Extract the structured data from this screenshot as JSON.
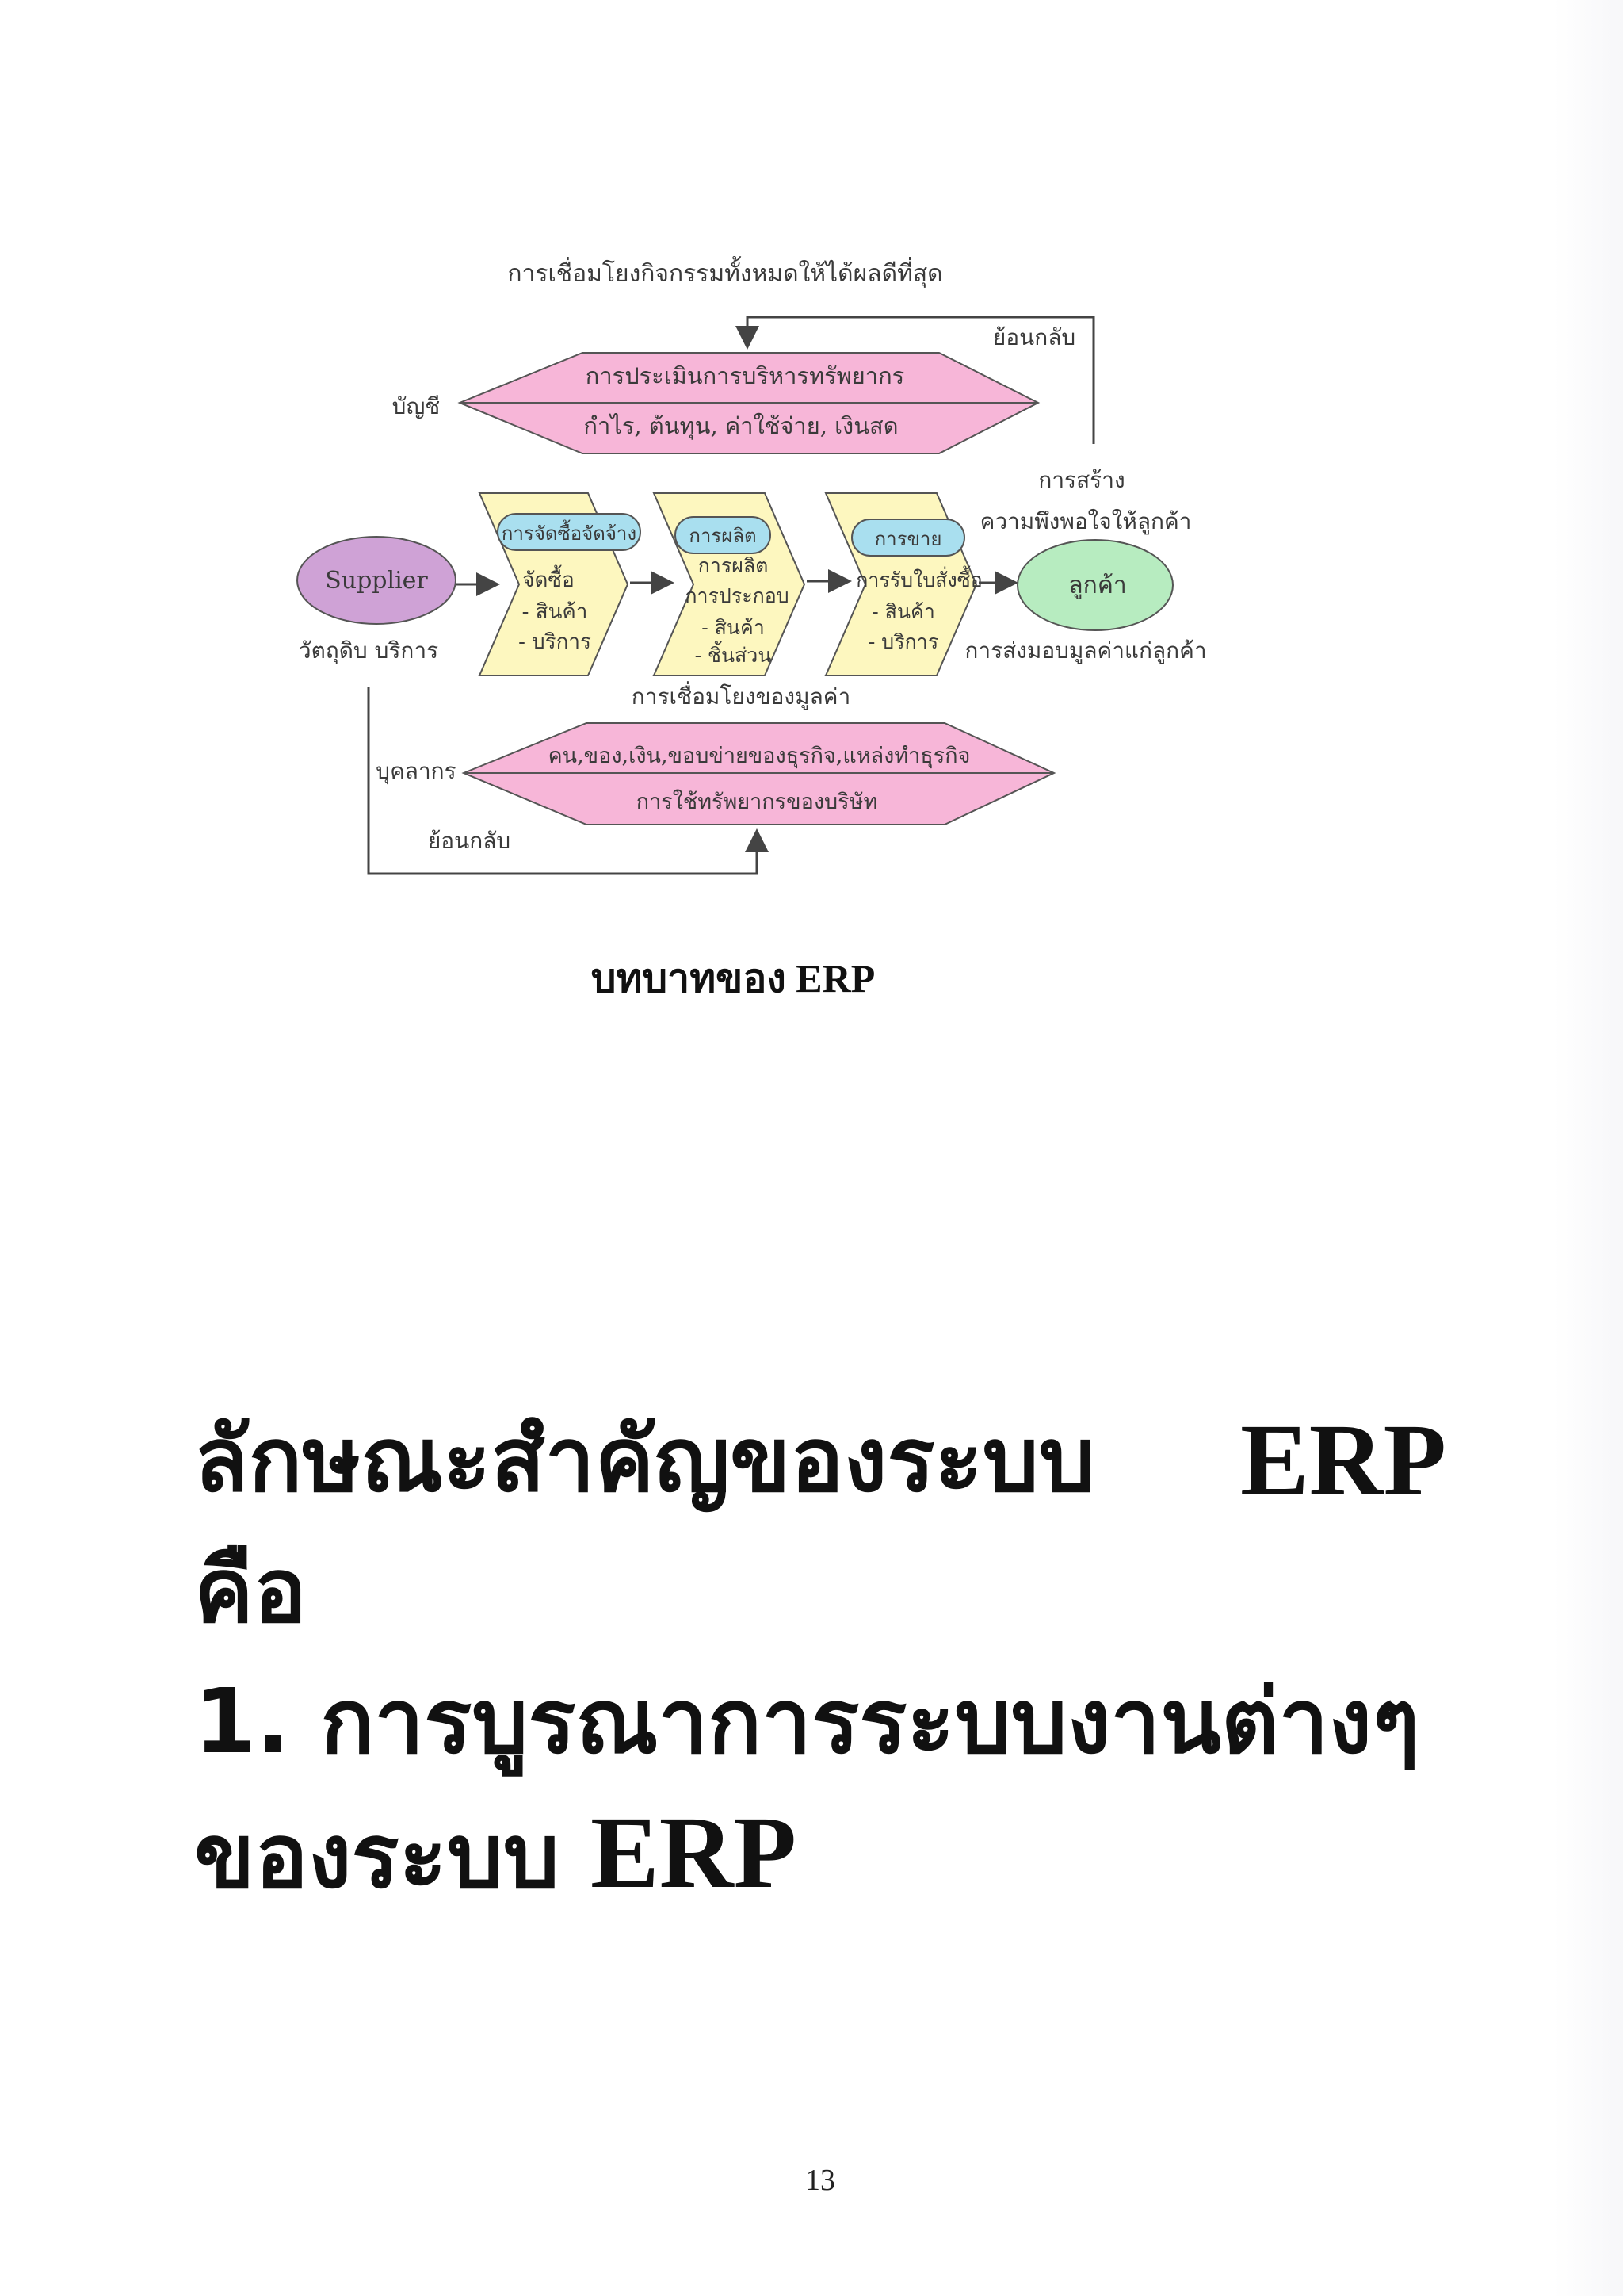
{
  "diagram": {
    "top_caption": "การเชื่อมโยงกิจกรรมทั้งหมดให้ได้ผลดีที่สุด",
    "feedback_top": "ย้อนกลับ",
    "accounting_label": "บัญชี",
    "resource_eval": {
      "title": "การประเมินการบริหารทรัพยากร",
      "items": "กำไร, ต้นทุน, ค่าใช้จ่าย, เงินสด"
    },
    "satisfaction": {
      "line1": "การสร้าง",
      "line2": "ความพึงพอใจให้ลูกค้า"
    },
    "supplier": {
      "label": "Supplier",
      "sub": "วัตถุดิบ บริการ"
    },
    "procurement": {
      "tag": "การจัดซื้อจัดจ้าง",
      "line1": "จัดซื้อ",
      "line2": "- สินค้า",
      "line3": "- บริการ"
    },
    "production": {
      "tag": "การผลิต",
      "line1": "การผลิต",
      "line2": "การประกอบ",
      "line3": "- สินค้า",
      "line4": "- ชิ้นส่วน"
    },
    "sales": {
      "tag": "การขาย",
      "line1": "การรับใบสั่งซื้อ",
      "line2": "- สินค้า",
      "line3": "- บริการ"
    },
    "customer": {
      "label": "ลูกค้า",
      "sub": "การส่งมอบมูลค่าแก่ลูกค้า"
    },
    "value_chain_label": "การเชื่อมโยงของมูลค่า",
    "personnel_label": "บุคลากร",
    "company_resources": {
      "top": "คน,ของ,เงิน,ขอบข่ายของธุรกิจ,แหล่งทำธุรกิจ",
      "bottom": "การใช้ทรัพยากรของบริษัท"
    },
    "feedback_bottom": "ย้อนกลับ",
    "colors": {
      "pink": "#f7b6d8",
      "purple": "#cfa2d6",
      "yellow": "#fdf7bf",
      "blue": "#a9dfef",
      "green": "#b7ecc0",
      "line": "#444444"
    }
  },
  "caption": "บทบาทของ ERP",
  "heading": {
    "line1": "ลักษณะสำคัญของระบบ",
    "line1_right": "ERP",
    "line2": "คือ",
    "line3": "1. การบูรณาการระบบงานต่างๆ",
    "line4_prefix": "ของระบบ ",
    "line4_erp": "ERP"
  },
  "page_number": "13"
}
